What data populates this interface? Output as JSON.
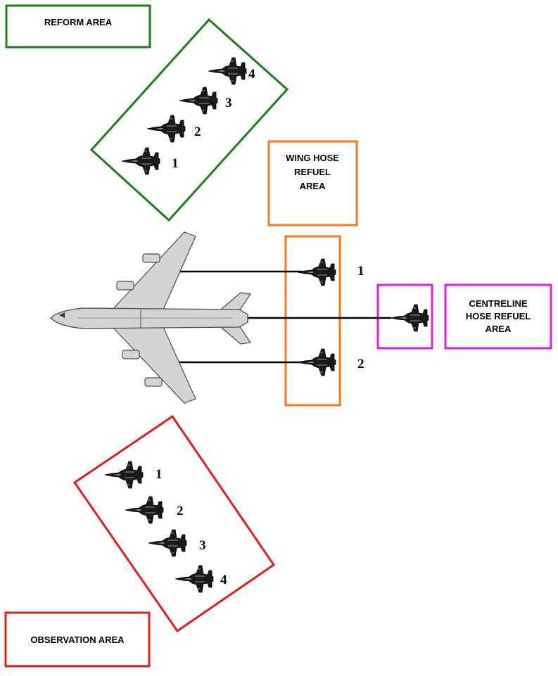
{
  "colors": {
    "reform": "#1e7d1e",
    "wing_hose": "#f57a1f",
    "centreline": "#e51be5",
    "observation": "#e81c1c",
    "tanker_fill": "#d4d4d4",
    "tanker_stroke": "#4a4a4a",
    "hose": "#000000"
  },
  "labels": {
    "reform_area": "REFORM  AREA",
    "wing_hose_line1": "WING HOSE",
    "wing_hose_line2": "REFUEL",
    "wing_hose_line3": "AREA",
    "centreline_line1": "CENTRELINE",
    "centreline_line2": "HOSE REFUEL",
    "centreline_line3": "AREA",
    "observation_area": "OBSERVATION  AREA"
  },
  "reform_numbers": [
    "1",
    "2",
    "3",
    "4"
  ],
  "wing_numbers": [
    "1",
    "2"
  ],
  "observation_numbers": [
    "1",
    "2",
    "3",
    "4"
  ],
  "icons": {
    "fighter": "fighter-jet-icon",
    "tanker": "tanker-aircraft-icon"
  }
}
